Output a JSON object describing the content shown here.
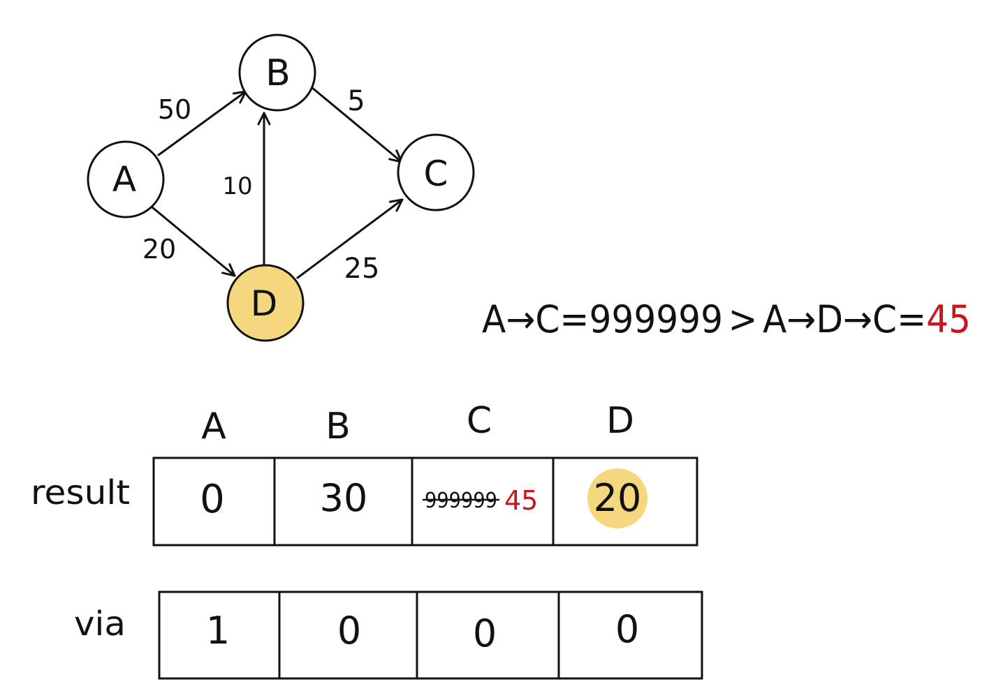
{
  "graph": {
    "nodes": [
      {
        "id": "A",
        "label": "A",
        "highlight": false
      },
      {
        "id": "B",
        "label": "B",
        "highlight": false
      },
      {
        "id": "C",
        "label": "C",
        "highlight": false
      },
      {
        "id": "D",
        "label": "D",
        "highlight": true
      }
    ],
    "edges": [
      {
        "from": "A",
        "to": "B",
        "weight": "50"
      },
      {
        "from": "A",
        "to": "D",
        "weight": "20"
      },
      {
        "from": "D",
        "to": "B",
        "weight": "10"
      },
      {
        "from": "B",
        "to": "C",
        "weight": "5"
      },
      {
        "from": "D",
        "to": "C",
        "weight": "25"
      }
    ]
  },
  "equation": {
    "left": "A→C=999999",
    "op": ">",
    "right": "A→D→C=",
    "result": "45"
  },
  "table": {
    "columns": [
      "A",
      "B",
      "C",
      "D"
    ],
    "result_label": "result",
    "result": [
      {
        "value": "0"
      },
      {
        "value": "30"
      },
      {
        "value": "999999",
        "struck": true,
        "new_value": "45"
      },
      {
        "value": "20",
        "highlight": true
      }
    ],
    "via_label": "via",
    "via": [
      "1",
      "0",
      "0",
      "0"
    ]
  },
  "colors": {
    "highlight": "#f5d77e",
    "update": "#c8161d",
    "ink": "#111111"
  }
}
